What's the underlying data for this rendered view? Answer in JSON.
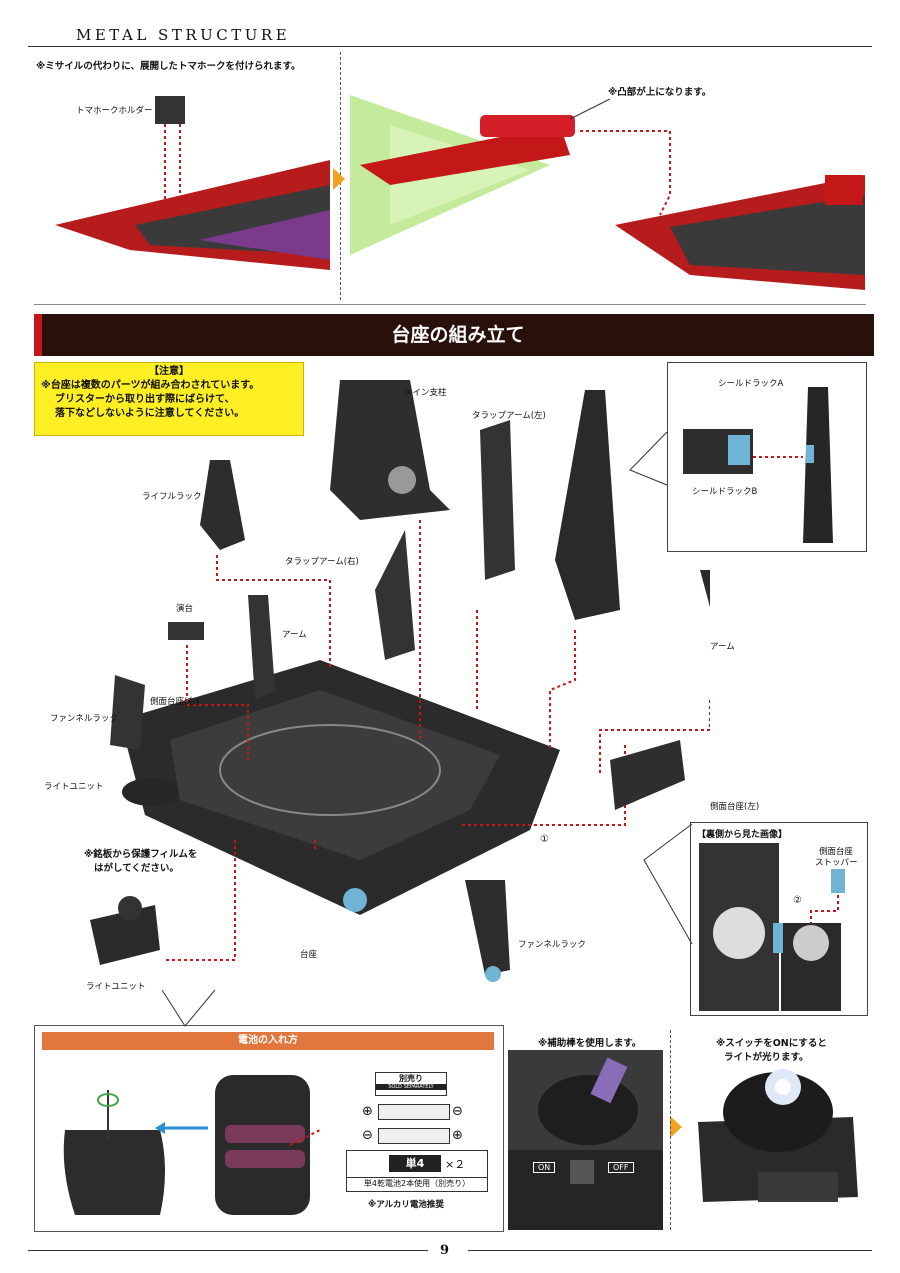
{
  "header": {
    "brand": "METAL STRUCTURE"
  },
  "top": {
    "note_missile": "※ミサイルの代わりに、展開したトマホークを付けられます。",
    "label_tomahawk_holder": "トマホークホルダー",
    "note_convex_up": "※凸部が上になります。"
  },
  "section": {
    "title": "台座の組み立て"
  },
  "warning": {
    "heading": "【注意】",
    "line1": "※台座は複数のパーツが組み合わされています。",
    "line2": "ブリスターから取り出す際にばらけて、",
    "line3": "落下などしないように注意してください。"
  },
  "parts": {
    "main_pillar": "メイン支柱",
    "trap_arm_left": "タラップアーム(左)",
    "shield_rack_a": "シールドラックA",
    "shield_rack_b": "シールドラックB",
    "rifle_rack": "ライフルラック",
    "trap_arm_right": "タラップアーム(右)",
    "podium": "演台",
    "arm_left": "アーム",
    "arm_right": "アーム",
    "side_base_right": "側面台座(右)",
    "funnel_rack_left": "ファンネルラック",
    "light_unit_top": "ライトユニット",
    "side_base_left": "側面台座(左)",
    "step1": "①",
    "film_note_1": "※銘板から保護フィルムを",
    "film_note_2": "はがしてください。",
    "base": "台座",
    "funnel_rack_bottom": "ファンネルラック",
    "light_unit_bottom": "ライトユニット"
  },
  "back_view": {
    "title": "【裏側から見た画像】",
    "stopper_1": "側面台座",
    "stopper_2": "ストッパー",
    "step2": "②"
  },
  "battery": {
    "header": "電池の入れ方",
    "sold_separately_jp": "別売り",
    "sold_separately_en": "SOLD SEPARATELY",
    "plus": "⊕",
    "minus": "⊖",
    "type": "単4",
    "times": "×２",
    "usage": "単4乾電池2本使用（別売り）",
    "recommend": "※アルカリ電池推奨"
  },
  "switch": {
    "helper_note": "※補助棒を使用します。",
    "on": "ON",
    "off": "OFF",
    "light_note_1": "※スイッチをONにすると",
    "light_note_2": "ライトが光ります。"
  },
  "footer": {
    "page": "9"
  },
  "colors": {
    "accent_red": "#c41818",
    "title_bar": "#2a100b",
    "warning_yellow": "#fdef24",
    "battery_orange": "#e2773e",
    "arrow_orange": "#f3a220"
  }
}
